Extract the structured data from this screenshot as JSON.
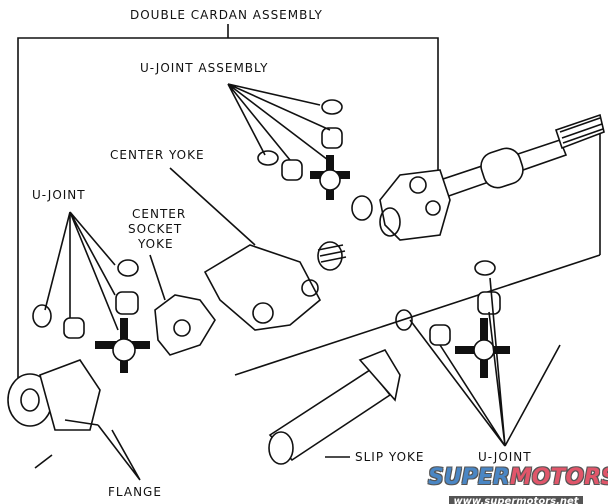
{
  "labels": {
    "double_cardan_assembly": "DOUBLE CARDAN ASSEMBLY",
    "u_joint_assembly": "U-JOINT ASSEMBLY",
    "center_yoke": "CENTER YOKE",
    "u_joint_left": "U-JOINT",
    "center_socket_yoke_1": "CENTER",
    "center_socket_yoke_2": "SOCKET",
    "center_socket_yoke_3": "YOKE",
    "slip_yoke": "SLIP YOKE",
    "u_joint_right": "U-JOINT",
    "flange": "FLANGE"
  },
  "watermark": {
    "logo_part1": "SUPER",
    "logo_part2": "MOTORS",
    "url": "www.supermotors.net",
    "colors": {
      "super": "#4a86c4",
      "motors": "#e0566a"
    }
  }
}
